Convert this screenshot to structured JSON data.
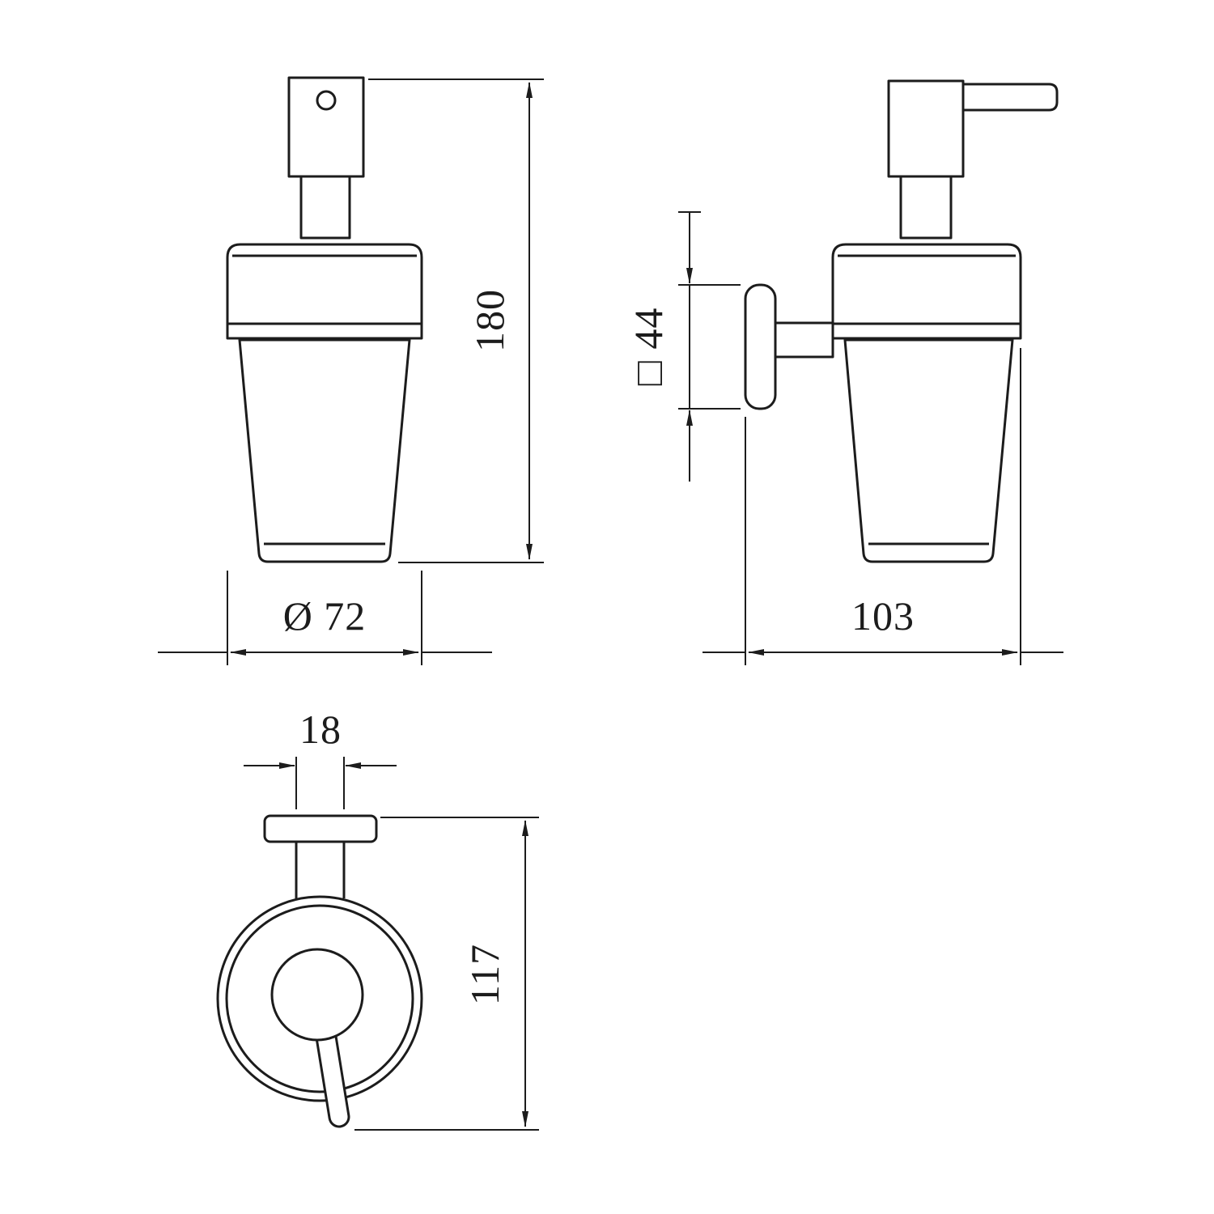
{
  "page": {
    "background_color": "#ffffff",
    "line_color": "#1c1c1c"
  },
  "drawing": {
    "dimensions": {
      "front_height": "180",
      "front_diameter": "Ø 72",
      "side_bracket_square": "□ 44",
      "side_depth": "103",
      "top_stem_width": "18",
      "top_depth": "117"
    }
  }
}
